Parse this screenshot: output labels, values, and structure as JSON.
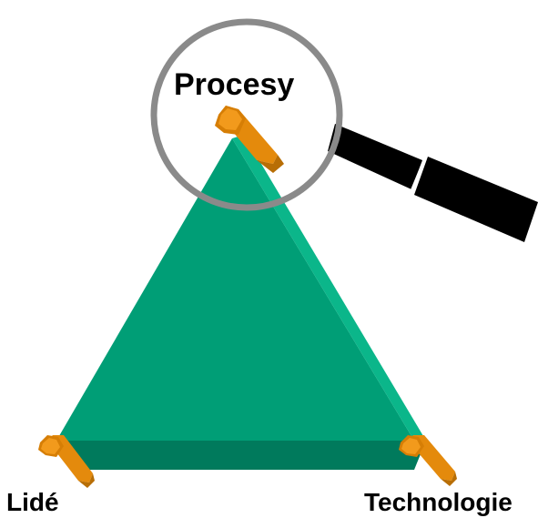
{
  "labels": {
    "top": "Procesy",
    "left": "Lidé",
    "right": "Technologie"
  },
  "colors": {
    "triangle_face": "#009e76",
    "triangle_light_edge": "#0bb68a",
    "triangle_base": "#007a5c",
    "connector_orange": "#e48a0c",
    "connector_dark": "#b86e05",
    "magnifier_rim": "#8a8a8a",
    "magnifier_handle": "#000000"
  },
  "icons": {
    "magnifier": "magnifying-glass-icon",
    "connector": "hexagonal-rod-icon"
  }
}
